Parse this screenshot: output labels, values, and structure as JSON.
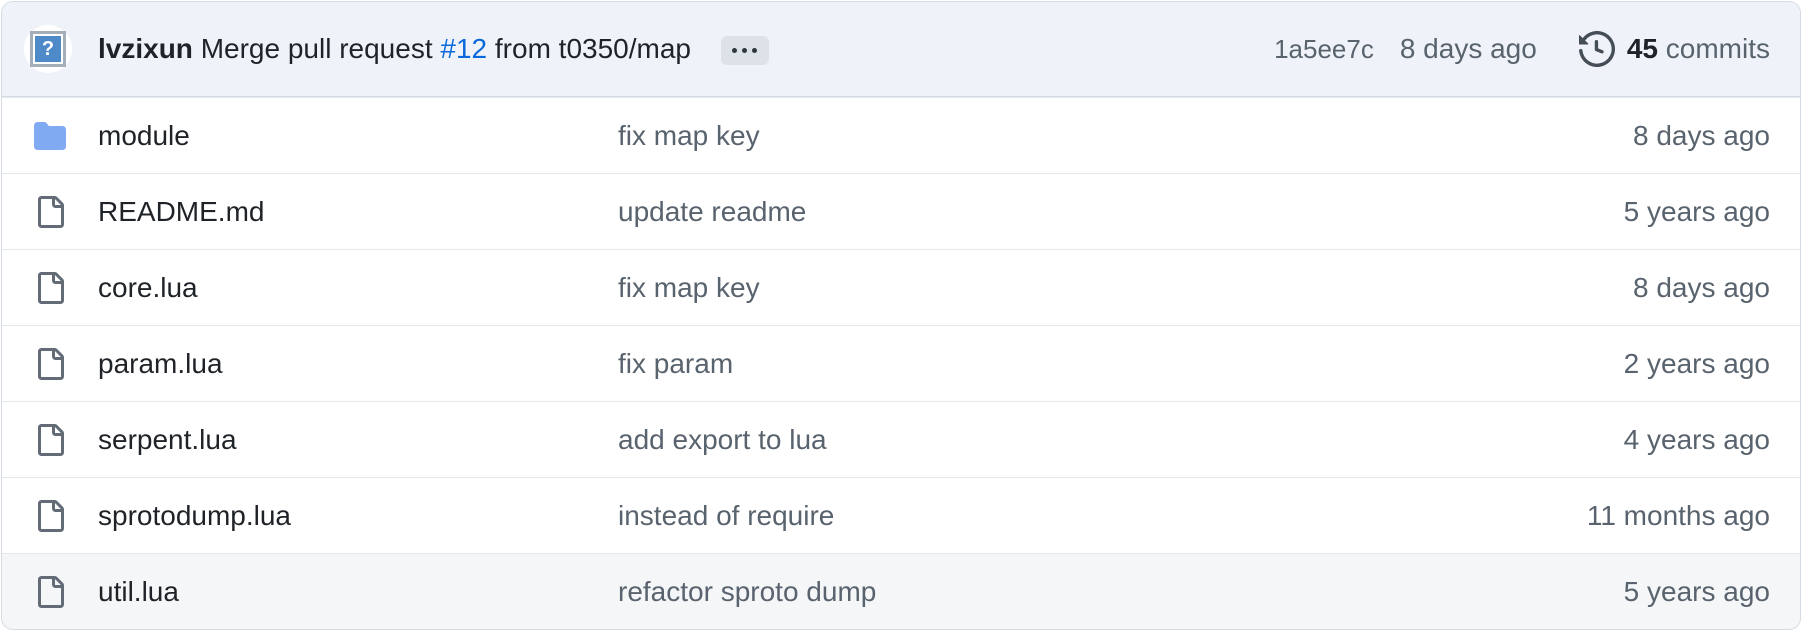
{
  "header": {
    "avatar_glyph": "?",
    "author": "lvzixun",
    "message_before_link": "Merge pull request",
    "pr_link": "#12",
    "message_after_link": "from t0350/map",
    "commit_hash": "1a5ee7c",
    "commit_date": "8 days ago",
    "commit_count": "45",
    "commit_count_label": "commits"
  },
  "files": [
    {
      "type": "dir",
      "name": "module",
      "message": "fix map key",
      "date": "8 days ago"
    },
    {
      "type": "file",
      "name": "README.md",
      "message": "update readme",
      "date": "5 years ago"
    },
    {
      "type": "file",
      "name": "core.lua",
      "message": "fix map key",
      "date": "8 days ago"
    },
    {
      "type": "file",
      "name": "param.lua",
      "message": "fix param",
      "date": "2 years ago"
    },
    {
      "type": "file",
      "name": "serpent.lua",
      "message": "add export to lua",
      "date": "4 years ago"
    },
    {
      "type": "file",
      "name": "sprotodump.lua",
      "message": "instead of require",
      "date": "11 months ago"
    },
    {
      "type": "file",
      "name": "util.lua",
      "message": "refactor sproto dump",
      "date": "5 years ago"
    }
  ],
  "colors": {
    "link_accent": "#0969da",
    "folder_icon": "#80aaf2",
    "file_icon": "#636c76",
    "header_bg": "#eff3f9",
    "highlight_row_bg": "#f4f6f8",
    "primary_text": "#1f2328",
    "secondary_text": "#59636e"
  }
}
